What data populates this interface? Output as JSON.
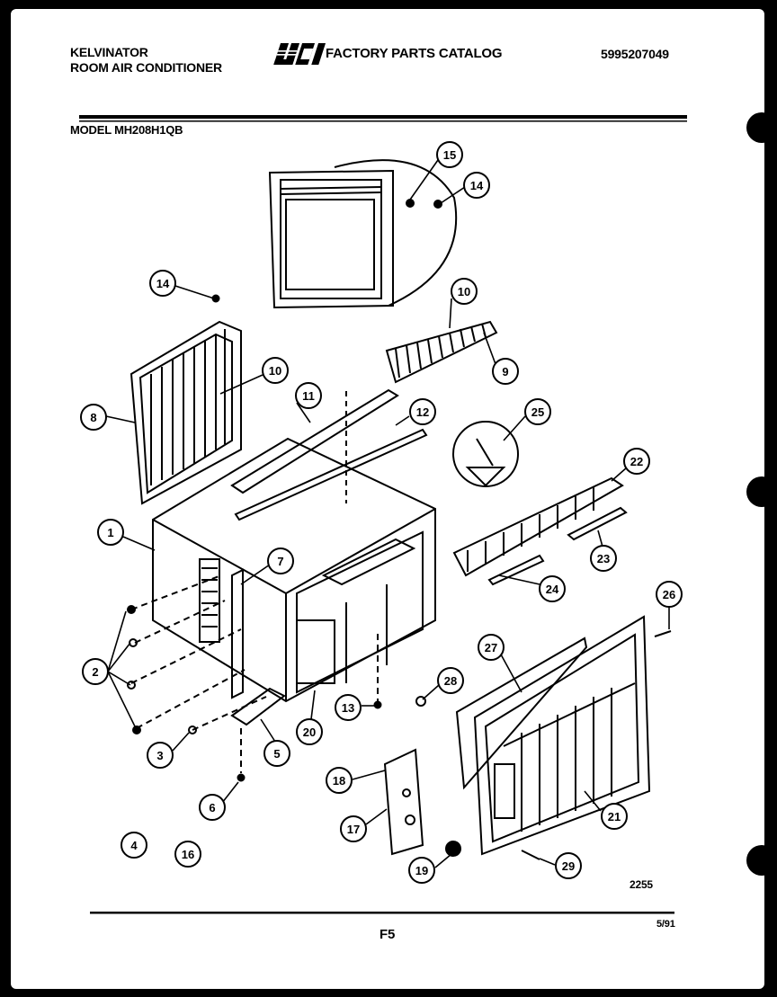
{
  "header": {
    "brand_line1": "KELVINATOR",
    "brand_line2": "ROOM AIR CONDITIONER",
    "logo_text": "WCI",
    "catalog_title": "FACTORY PARTS CATALOG",
    "catalog_number": "5995207049",
    "model_line": "MODEL MH208H1QB"
  },
  "footer": {
    "page_code": "F5",
    "date_code": "5/91",
    "drawing_number": "2255"
  },
  "callouts": [
    "15",
    "14",
    "14",
    "10",
    "10",
    "9",
    "8",
    "11",
    "12",
    "25",
    "22",
    "23",
    "24",
    "1",
    "7",
    "26",
    "27",
    "2",
    "28",
    "13",
    "20",
    "3",
    "5",
    "6",
    "18",
    "17",
    "21",
    "29",
    "19",
    "4",
    "16"
  ]
}
